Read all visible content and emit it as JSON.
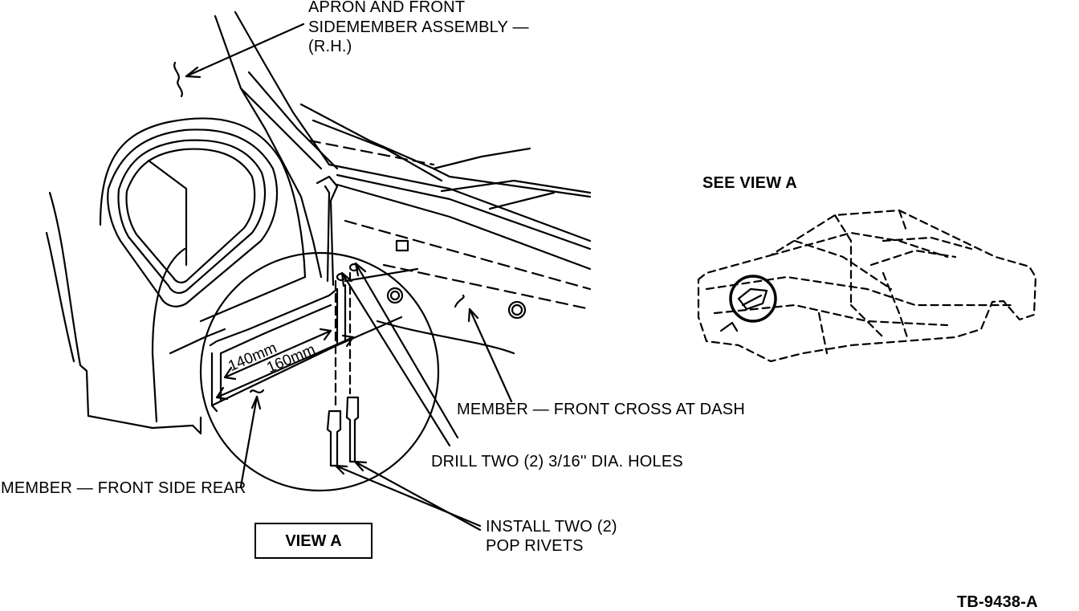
{
  "labels": {
    "apron_line1": "APRON AND FRONT",
    "apron_line2": "SIDEMEMBER ASSEMBLY —",
    "apron_line3": "(R.H.)",
    "see_view": "SEE VIEW A",
    "cross_member": "MEMBER — FRONT CROSS AT DASH",
    "drill": "DRILL TWO (2) 3/16'' DIA. HOLES",
    "side_rear": "MEMBER — FRONT SIDE REAR",
    "view_a": "VIEW A",
    "install_line1": "INSTALL TWO (2)",
    "install_line2": "POP RIVETS",
    "figure_id": "TB-9438-A"
  },
  "dimensions": {
    "d140": "140mm",
    "d160": "160mm"
  }
}
